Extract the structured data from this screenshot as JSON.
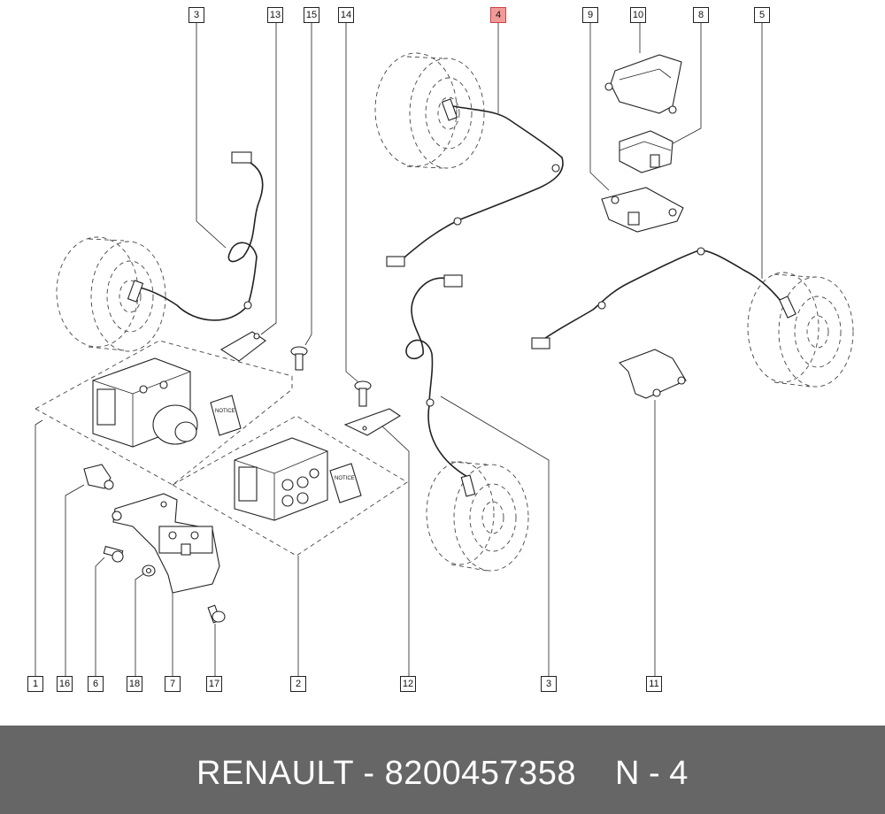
{
  "callouts": [
    {
      "id": "3",
      "highlight": false
    },
    {
      "id": "13",
      "highlight": false
    },
    {
      "id": "15",
      "highlight": false
    },
    {
      "id": "14",
      "highlight": false
    },
    {
      "id": "4",
      "highlight": true
    },
    {
      "id": "9",
      "highlight": false
    },
    {
      "id": "10",
      "highlight": false
    },
    {
      "id": "8",
      "highlight": false
    },
    {
      "id": "5",
      "highlight": false
    },
    {
      "id": "1",
      "highlight": false
    },
    {
      "id": "16",
      "highlight": false
    },
    {
      "id": "6",
      "highlight": false
    },
    {
      "id": "18",
      "highlight": false
    },
    {
      "id": "7",
      "highlight": false
    },
    {
      "id": "17",
      "highlight": false
    },
    {
      "id": "2",
      "highlight": false
    },
    {
      "id": "12",
      "highlight": false
    },
    {
      "id": "3",
      "highlight": false
    },
    {
      "id": "11",
      "highlight": false
    }
  ],
  "footer": {
    "title": "RENAULT - 8200457358",
    "code": "N - 4"
  },
  "notice_text": "NOTICE",
  "colors": {
    "highlight": "#f19a9a",
    "footer_bg": "#666666",
    "footer_text": "#ffffff"
  }
}
